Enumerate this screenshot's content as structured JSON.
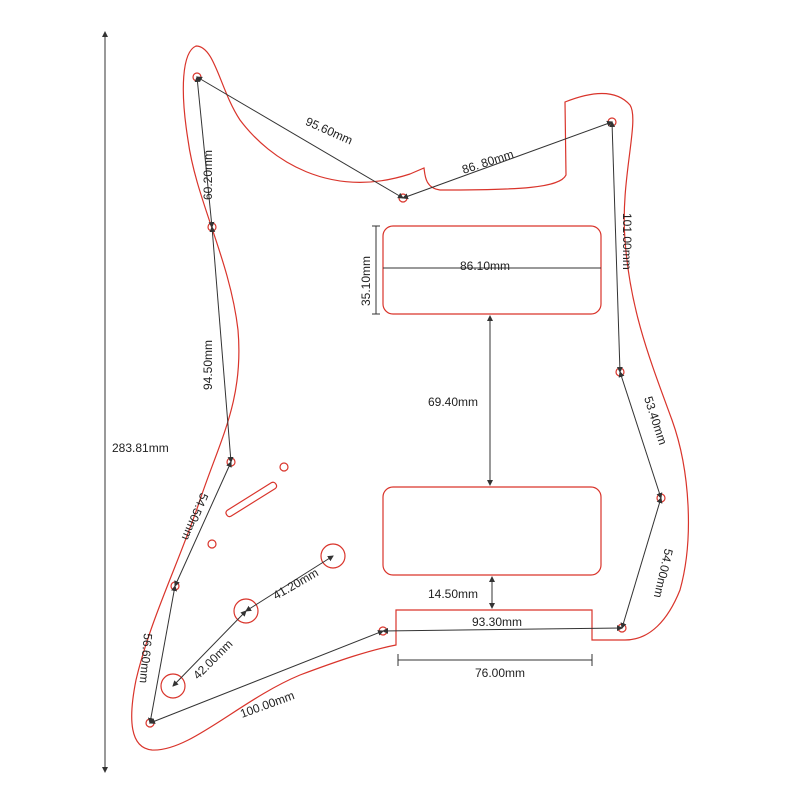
{
  "diagram": {
    "title": "Pickguard dimensions",
    "colors": {
      "outline": "#d9342b",
      "dimension": "#333333"
    },
    "labels": {
      "overall_height": "283.81mm",
      "horn_to_notch": "95.60mm",
      "notch_to_top_right": "86. 80mm",
      "left_upper": "60.20mm",
      "left_middle": "94.50mm",
      "left_lower": "54.50mm",
      "left_bottom": "56.60mm",
      "bottom_diag": "100.00mm",
      "pot1_to_pot2": "42.00mm",
      "pot2_to_pot3": "41.20mm",
      "neck_pickup_width": "86.10mm",
      "neck_pickup_height": "35.10mm",
      "pickup_spacing": "69.40mm",
      "bridge_gap": "14.50mm",
      "bottom_holes": "93.30mm",
      "bottom_cutout": "76.00mm",
      "right_upper": "101.00mm",
      "right_middle": "53.40mm",
      "right_lower": "54.00mm"
    }
  }
}
